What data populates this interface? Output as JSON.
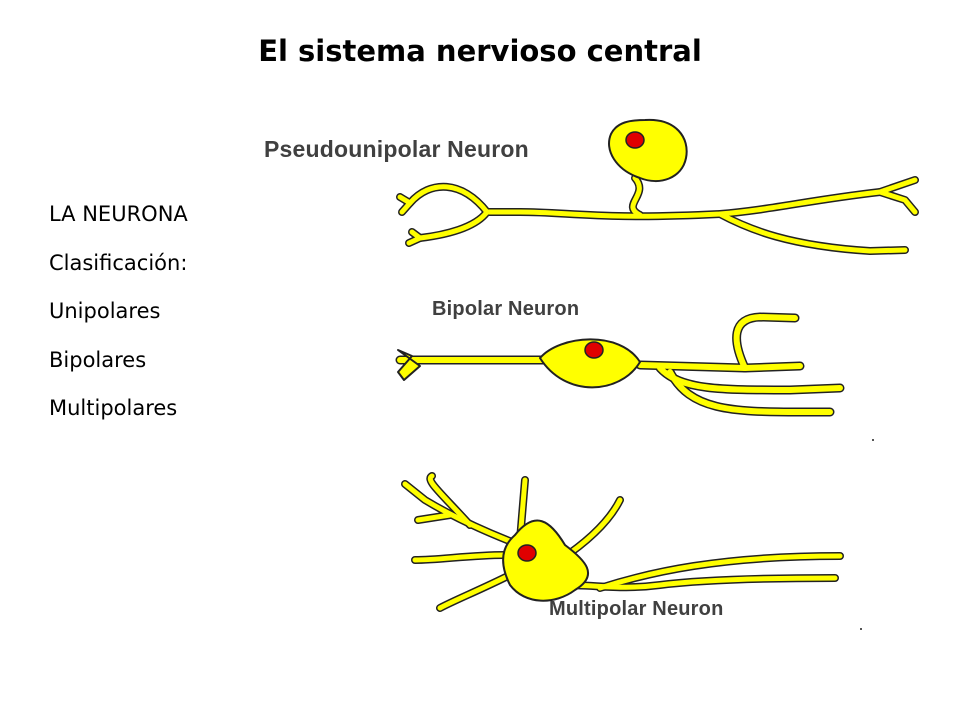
{
  "slide": {
    "title": "El sistema nervioso central",
    "lines": [
      "LA NEURONA",
      "Clasificación:",
      "Unipolares",
      "Bipolares",
      "Multipolares"
    ]
  },
  "figure": {
    "labels": {
      "pseudounipolar": "Pseudounipolar Neuron",
      "bipolar": "Bipolar Neuron",
      "multipolar": "Multipolar Neuron"
    },
    "colors": {
      "cell_fill": "#ffff00",
      "nucleus_fill": "#e00000",
      "outline": "#222222"
    }
  }
}
